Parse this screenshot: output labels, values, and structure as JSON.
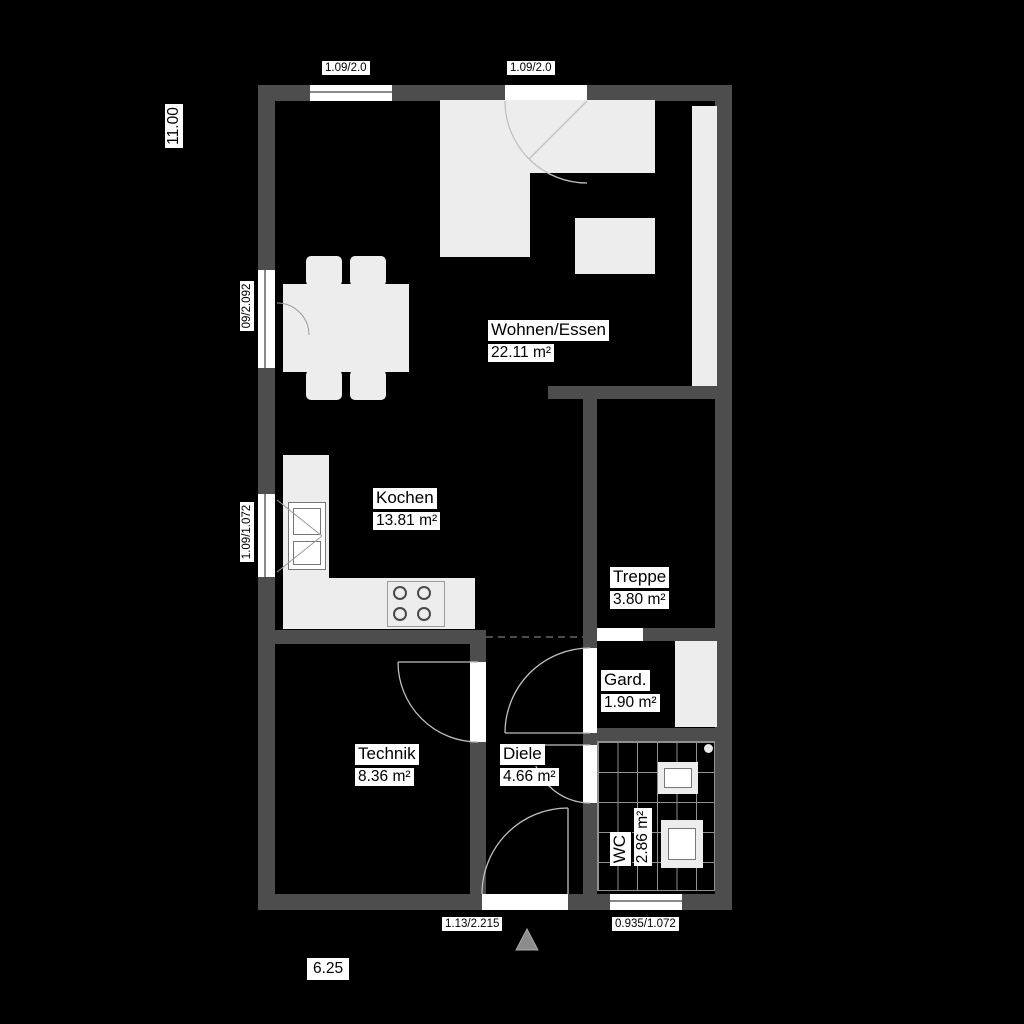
{
  "colors": {
    "background": "#000000",
    "wall": "#4d4d4d",
    "furniture": "#ededed",
    "label_bg": "#ffffff",
    "label_text": "#000000",
    "tile_line": "#909090"
  },
  "rooms": [
    {
      "name": "Wohnen/Essen",
      "area": "22.11 m²"
    },
    {
      "name": "Kochen",
      "area": "13.81 m²"
    },
    {
      "name": "Treppe",
      "area": "3.80 m²"
    },
    {
      "name": "Gard.",
      "area": "1.90 m²"
    },
    {
      "name": "Technik",
      "area": "8.36 m²"
    },
    {
      "name": "Diele",
      "area": "4.66 m²"
    },
    {
      "name": "WC",
      "area": "2.86 m²"
    }
  ],
  "dims": {
    "window_top_left": "1.09/2.0",
    "door_top_terrace": "1.09/2.0",
    "total_depth": "11.00",
    "window_left_upper": "09/2.092",
    "window_left_lower": "1.09/1.072",
    "door_entrance": "1.13/2.215",
    "window_bottom": "0.935/1.072",
    "total_width": "6.25"
  }
}
